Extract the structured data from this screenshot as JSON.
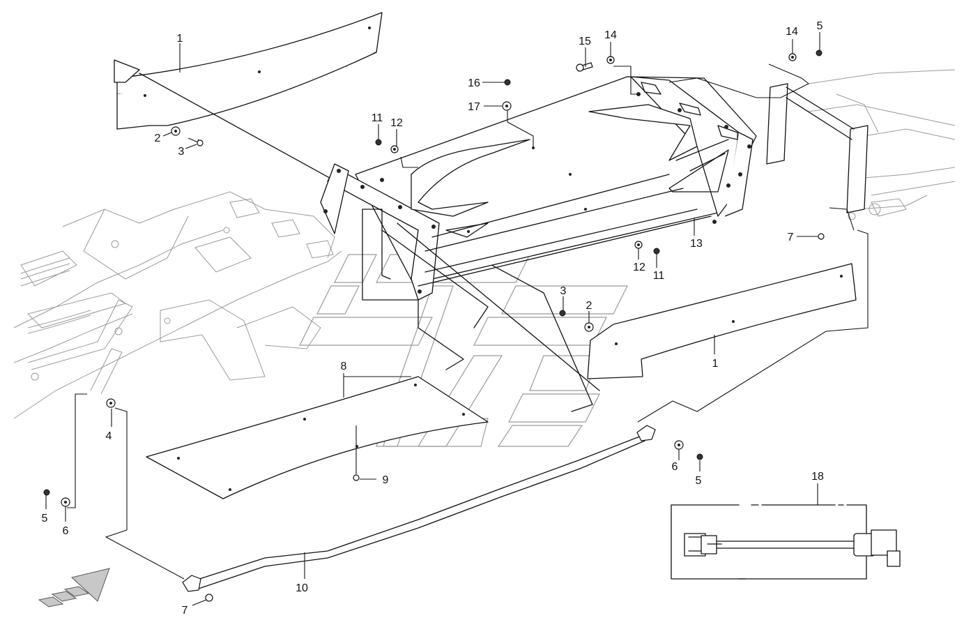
{
  "colors": {
    "line": "#111111",
    "ghost": "#9a9a9a",
    "background": "#ffffff"
  },
  "part_labels": {
    "p1a": "1",
    "p1b": "1",
    "p2a": "2",
    "p2b": "2",
    "p3a": "3",
    "p3b": "3",
    "p4": "4",
    "p5a": "5",
    "p5b": "5",
    "p5c": "5",
    "p6a": "6",
    "p6b": "6",
    "p7a": "7",
    "p7b": "7",
    "p8": "8",
    "p9": "9",
    "p10": "10",
    "p11a": "11",
    "p11b": "11",
    "p12a": "12",
    "p12b": "12",
    "p13": "13",
    "p14a": "14",
    "p14b": "14",
    "p15": "15",
    "p16": "16",
    "p17": "17",
    "p18": "18"
  },
  "icons": [
    "direction-arrow-icon",
    "harness-connector-icon"
  ]
}
